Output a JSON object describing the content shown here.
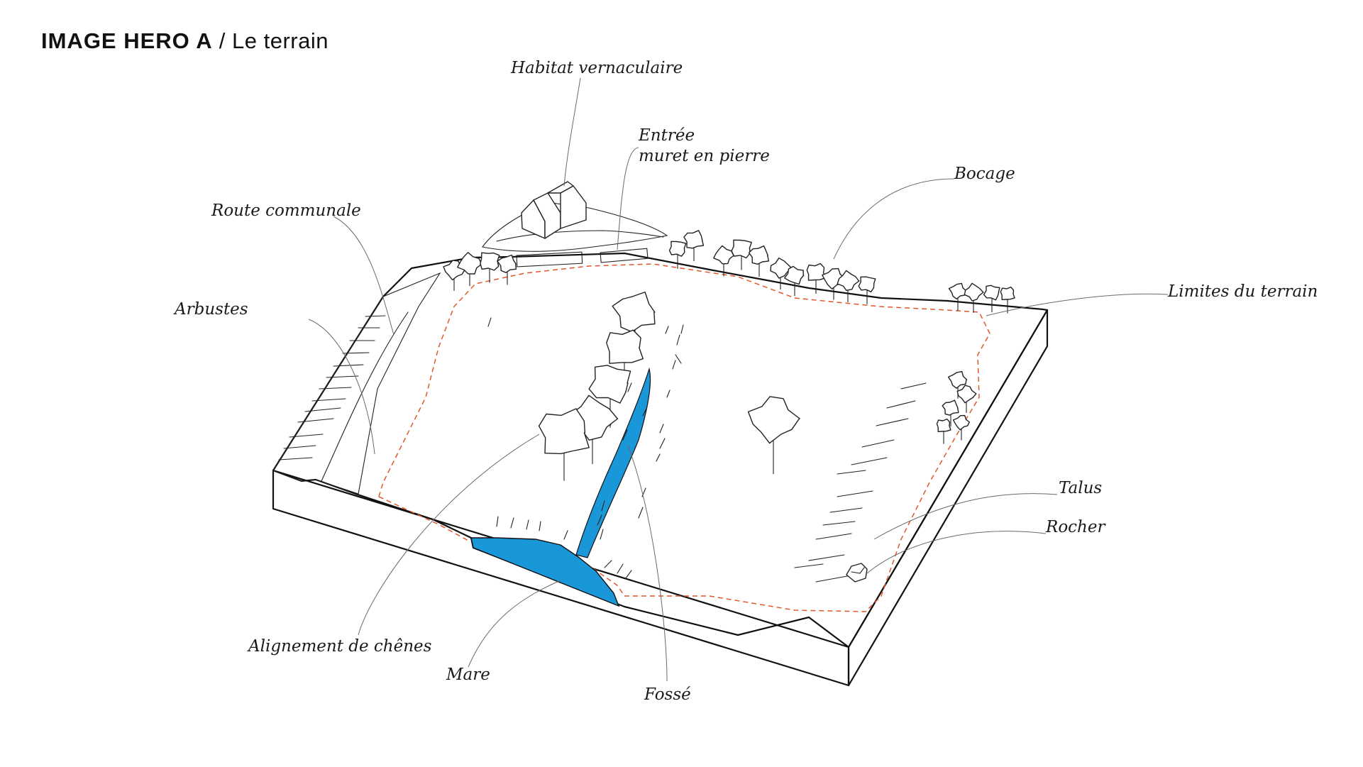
{
  "header": {
    "title_strong": "IMAGE HERO A",
    "title_rest": "/ Le terrain"
  },
  "colors": {
    "water": "#1a97d8",
    "boundary": "#e1572c",
    "ground": "#f1f1f1",
    "outline": "#111111"
  },
  "labels": {
    "habitat": "Habitat vernaculaire",
    "entree_line1": "Entrée",
    "entree_line2": "muret en pierre",
    "bocage": "Bocage",
    "route": "Route communale",
    "arbustes": "Arbustes",
    "limites": "Limites du terrain",
    "talus": "Talus",
    "rocher": "Rocher",
    "alignement": "Alignement de chênes",
    "mare": "Mare",
    "fosse": "Fossé"
  }
}
